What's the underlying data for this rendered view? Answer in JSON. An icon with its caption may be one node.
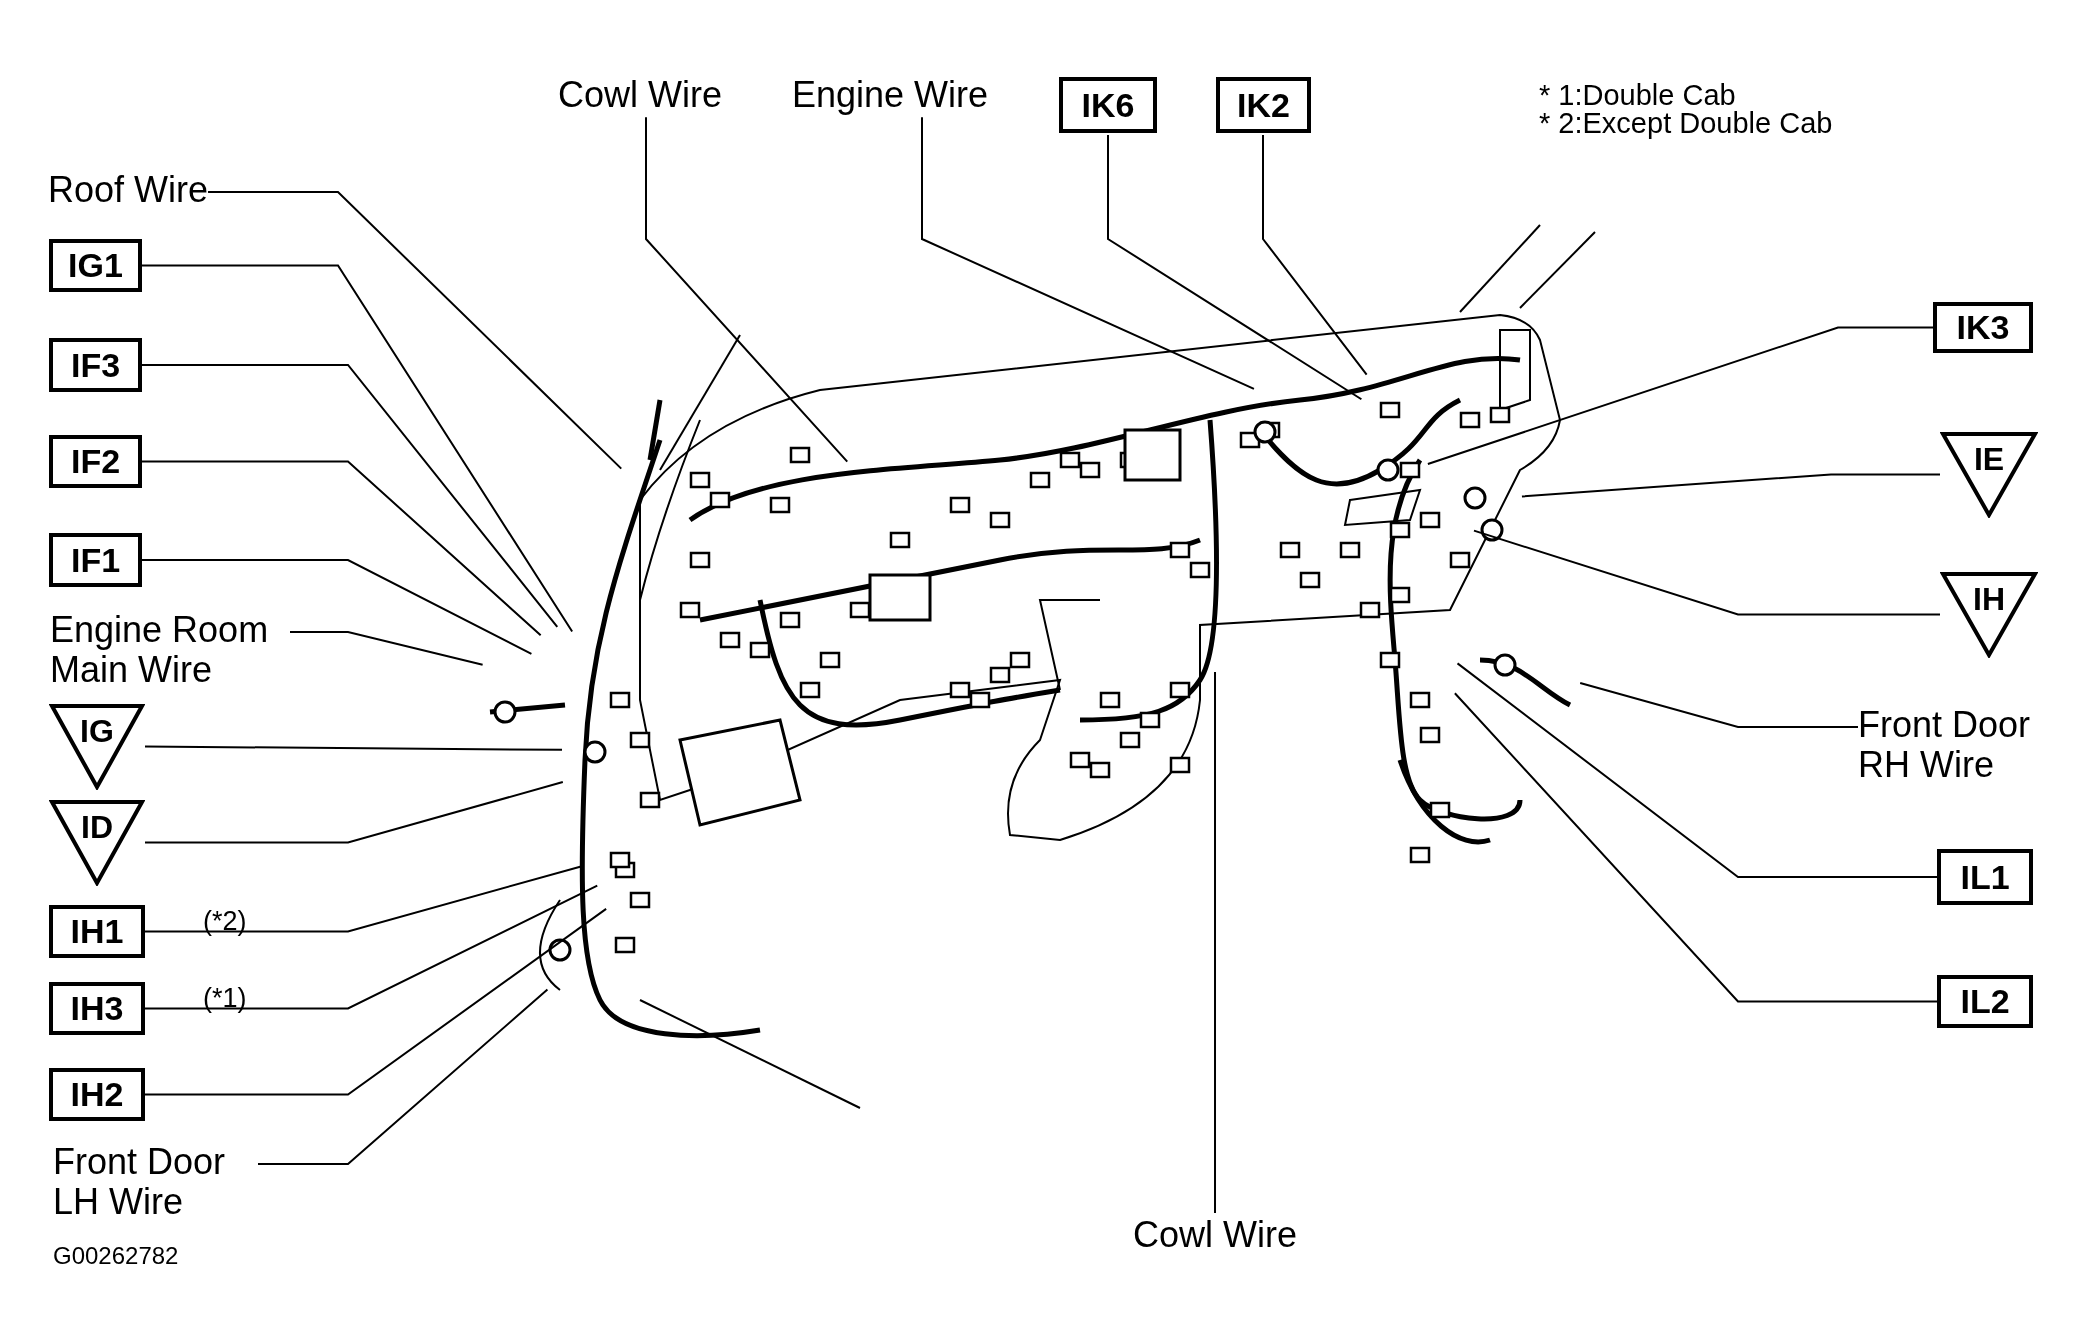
{
  "diagram": {
    "nodes": [
      {
        "text": [
          "Cowl Wire"
        ]
      },
      {
        "text": [
          "Engine Wire"
        ]
      },
      {
        "text": [
          "IK6"
        ]
      },
      {
        "text": [
          "IK2"
        ]
      },
      {
        "text": [
          "Roof Wire"
        ]
      },
      {
        "text": [
          "IG1"
        ]
      },
      {
        "text": [
          "IK3"
        ]
      },
      {
        "text": [
          "IF3"
        ]
      },
      {
        "text": [
          "IF2"
        ]
      },
      {
        "text": [
          "IE"
        ]
      },
      {
        "text": [
          "IF1"
        ]
      },
      {
        "text": [
          "IH"
        ]
      },
      {
        "text": [
          "Engine Room Main Wire"
        ]
      },
      {
        "text": [
          "Front Door RH Wire"
        ]
      },
      {
        "text": [
          "IG"
        ]
      },
      {
        "text": [
          "ID"
        ]
      },
      {
        "text": [
          "IL1"
        ]
      },
      {
        "text": [
          "IH1"
        ],
        "beside": [
          "(*2)"
        ]
      },
      {
        "text": [
          "IL2"
        ]
      },
      {
        "text": [
          "IH3"
        ],
        "beside": [
          "(*1)"
        ]
      },
      {
        "text": [
          "IH2"
        ]
      },
      {
        "text": [
          "Front Door LH Wire"
        ]
      },
      {
        "text": [
          "Cowl Wire"
        ]
      }
    ],
    "edges": [
      {
        "from": 0,
        "to": null,
        "arrow": "none"
      },
      {
        "from": 1,
        "to": null,
        "arrow": "none"
      },
      {
        "from": 2,
        "to": null,
        "arrow": "none"
      },
      {
        "from": 3,
        "to": null,
        "arrow": "none"
      },
      {
        "from": 4,
        "to": null,
        "arrow": "none"
      },
      {
        "from": 5,
        "to": null,
        "arrow": "none"
      },
      {
        "from": 6,
        "to": null,
        "arrow": "none"
      },
      {
        "from": 7,
        "to": null,
        "arrow": "none"
      },
      {
        "from": 8,
        "to": null,
        "arrow": "none"
      },
      {
        "from": 9,
        "to": null,
        "arrow": "none"
      },
      {
        "from": 10,
        "to": null,
        "arrow": "none"
      },
      {
        "from": 11,
        "to": null,
        "arrow": "none"
      },
      {
        "from": 12,
        "to": null,
        "arrow": "none"
      },
      {
        "from": 13,
        "to": null,
        "arrow": "none"
      },
      {
        "from": 14,
        "to": null,
        "arrow": "none"
      },
      {
        "from": 15,
        "to": null,
        "arrow": "none"
      },
      {
        "from": 16,
        "to": null,
        "arrow": "none"
      },
      {
        "from": 17,
        "to": null,
        "arrow": "none"
      },
      {
        "from": 18,
        "to": null,
        "arrow": "none"
      },
      {
        "from": 19,
        "to": null,
        "arrow": "none"
      },
      {
        "from": 20,
        "to": null,
        "arrow": "none"
      },
      {
        "from": 21,
        "to": null,
        "arrow": "none"
      },
      {
        "from": 22,
        "to": null,
        "arrow": "none"
      }
    ],
    "labels": [
      "* 1:Double Cab",
      "* 2:Except Double Cab",
      "G00262782"
    ]
  }
}
